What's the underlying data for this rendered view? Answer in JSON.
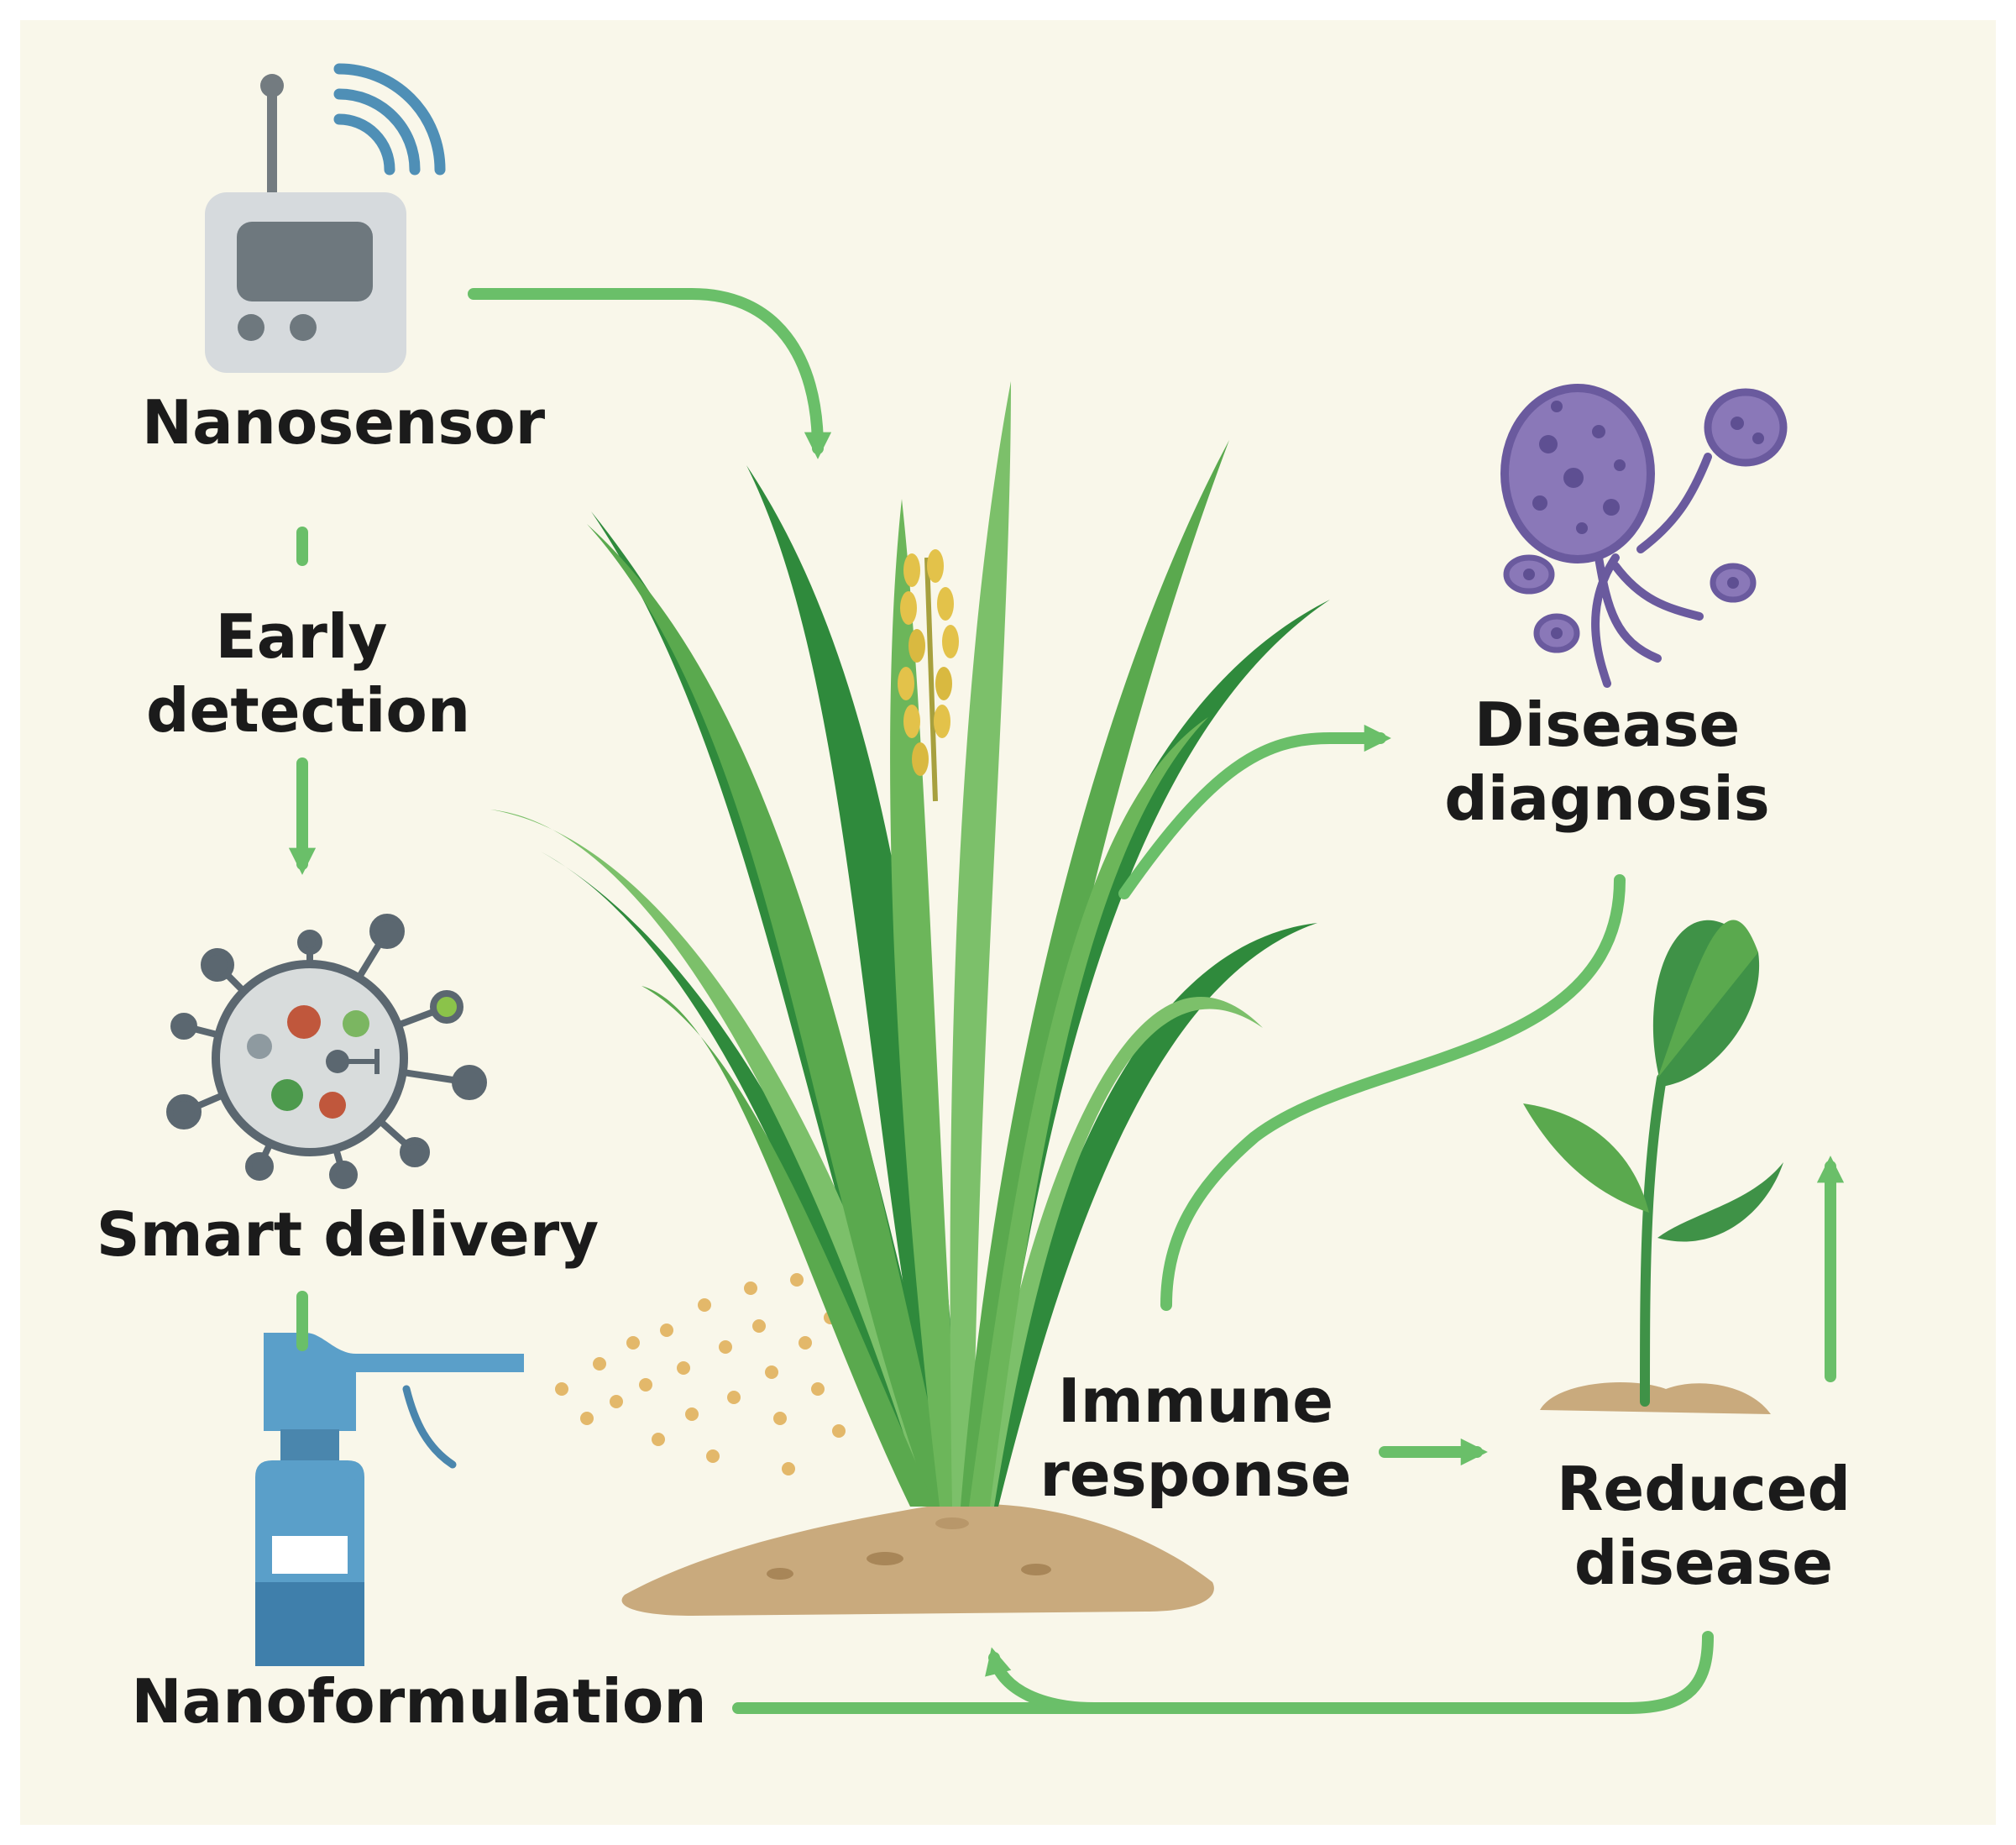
{
  "labels": {
    "nanosensor": "Nanosensor",
    "early_detection": [
      "Early",
      "detection"
    ],
    "smart_delivery": "Smart delivery",
    "nanoformulation": "Nanoformulation",
    "disease_diagnosis": [
      "Disease",
      "diagnosis"
    ],
    "immune_response": [
      "Immune",
      "response"
    ],
    "reduced_disease": [
      "Reduced",
      "disease"
    ]
  },
  "colors": {
    "background": "#f9f7ea",
    "arrow_green": "#6abf69",
    "leaf_dark": "#2f8a3c",
    "leaf_light": "#7cc06a",
    "soil": "#c9aa7d",
    "pathogen": "#8a78b8",
    "sprayer": "#5a9fc9",
    "sensor_body": "#d6dadd",
    "text": "#1b1b1b"
  },
  "icons": {
    "sensor": "nanosensor-device-icon",
    "nanoparticle": "nanoparticle-icon",
    "sprayer": "spray-bottle-icon",
    "pathogen": "fungal-pathogen-icon",
    "seedling": "seedling-icon",
    "plant": "rice-plant-icon"
  }
}
